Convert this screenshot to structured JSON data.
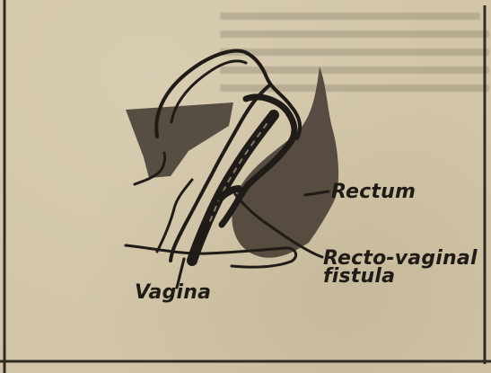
{
  "figure": {
    "labels": {
      "rectum": "Rectum",
      "recto_vaginal_line1": "Recto-vaginal",
      "recto_vaginal_line2": "fistula",
      "vagina": "Vagina"
    }
  },
  "colors": {
    "paper": "#d3c6a8",
    "ink": "#1f1b16",
    "shading": "#4b4338"
  }
}
